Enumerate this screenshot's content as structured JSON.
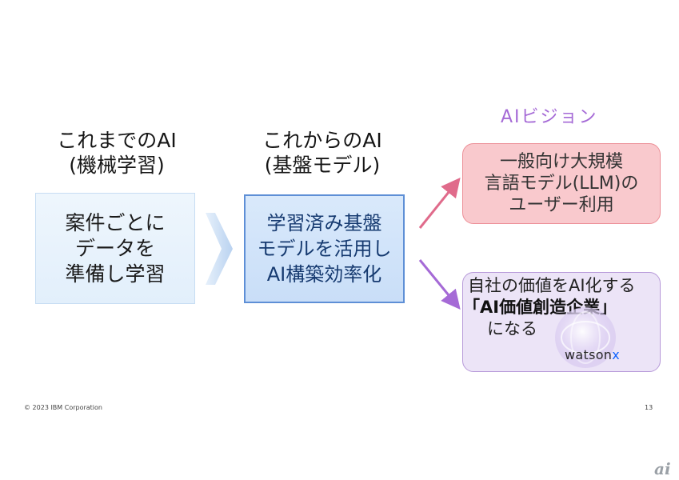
{
  "legacy": {
    "title_line1": "これまでのAI",
    "title_line2": "(機械学習)",
    "box_line1": "案件ごとに",
    "box_line2": "データを",
    "box_line3": "準備し学習"
  },
  "foundation": {
    "title_line1": "これからのAI",
    "title_line2": "(基盤モデル)",
    "box_line1": "学習済み基盤",
    "box_line2": "モデルを活用し",
    "box_line3": "AI構築効率化"
  },
  "vision": {
    "title": "AIビジョン",
    "llm_line1": "一般向け大規模",
    "llm_line2": "言語モデル(LLM)の",
    "llm_line3": "ユーザー利用",
    "value_line1": "自社の価値をAI化する",
    "value_line2": "「AI価値創造企業」",
    "value_line3": "になる",
    "brand_main": "watson",
    "brand_suffix": "x"
  },
  "footer": {
    "copyright": "© 2023 IBM Corporation",
    "page_number": "13",
    "site_logo": "ai"
  },
  "colors": {
    "llm_box": "#f9c9cd",
    "vision_box": "#ece4f7",
    "foundation_box": "#d9e9fb",
    "legacy_box": "#eef6fd",
    "arrow_pink": "#e06b8b",
    "arrow_purple": "#a56ad6"
  }
}
